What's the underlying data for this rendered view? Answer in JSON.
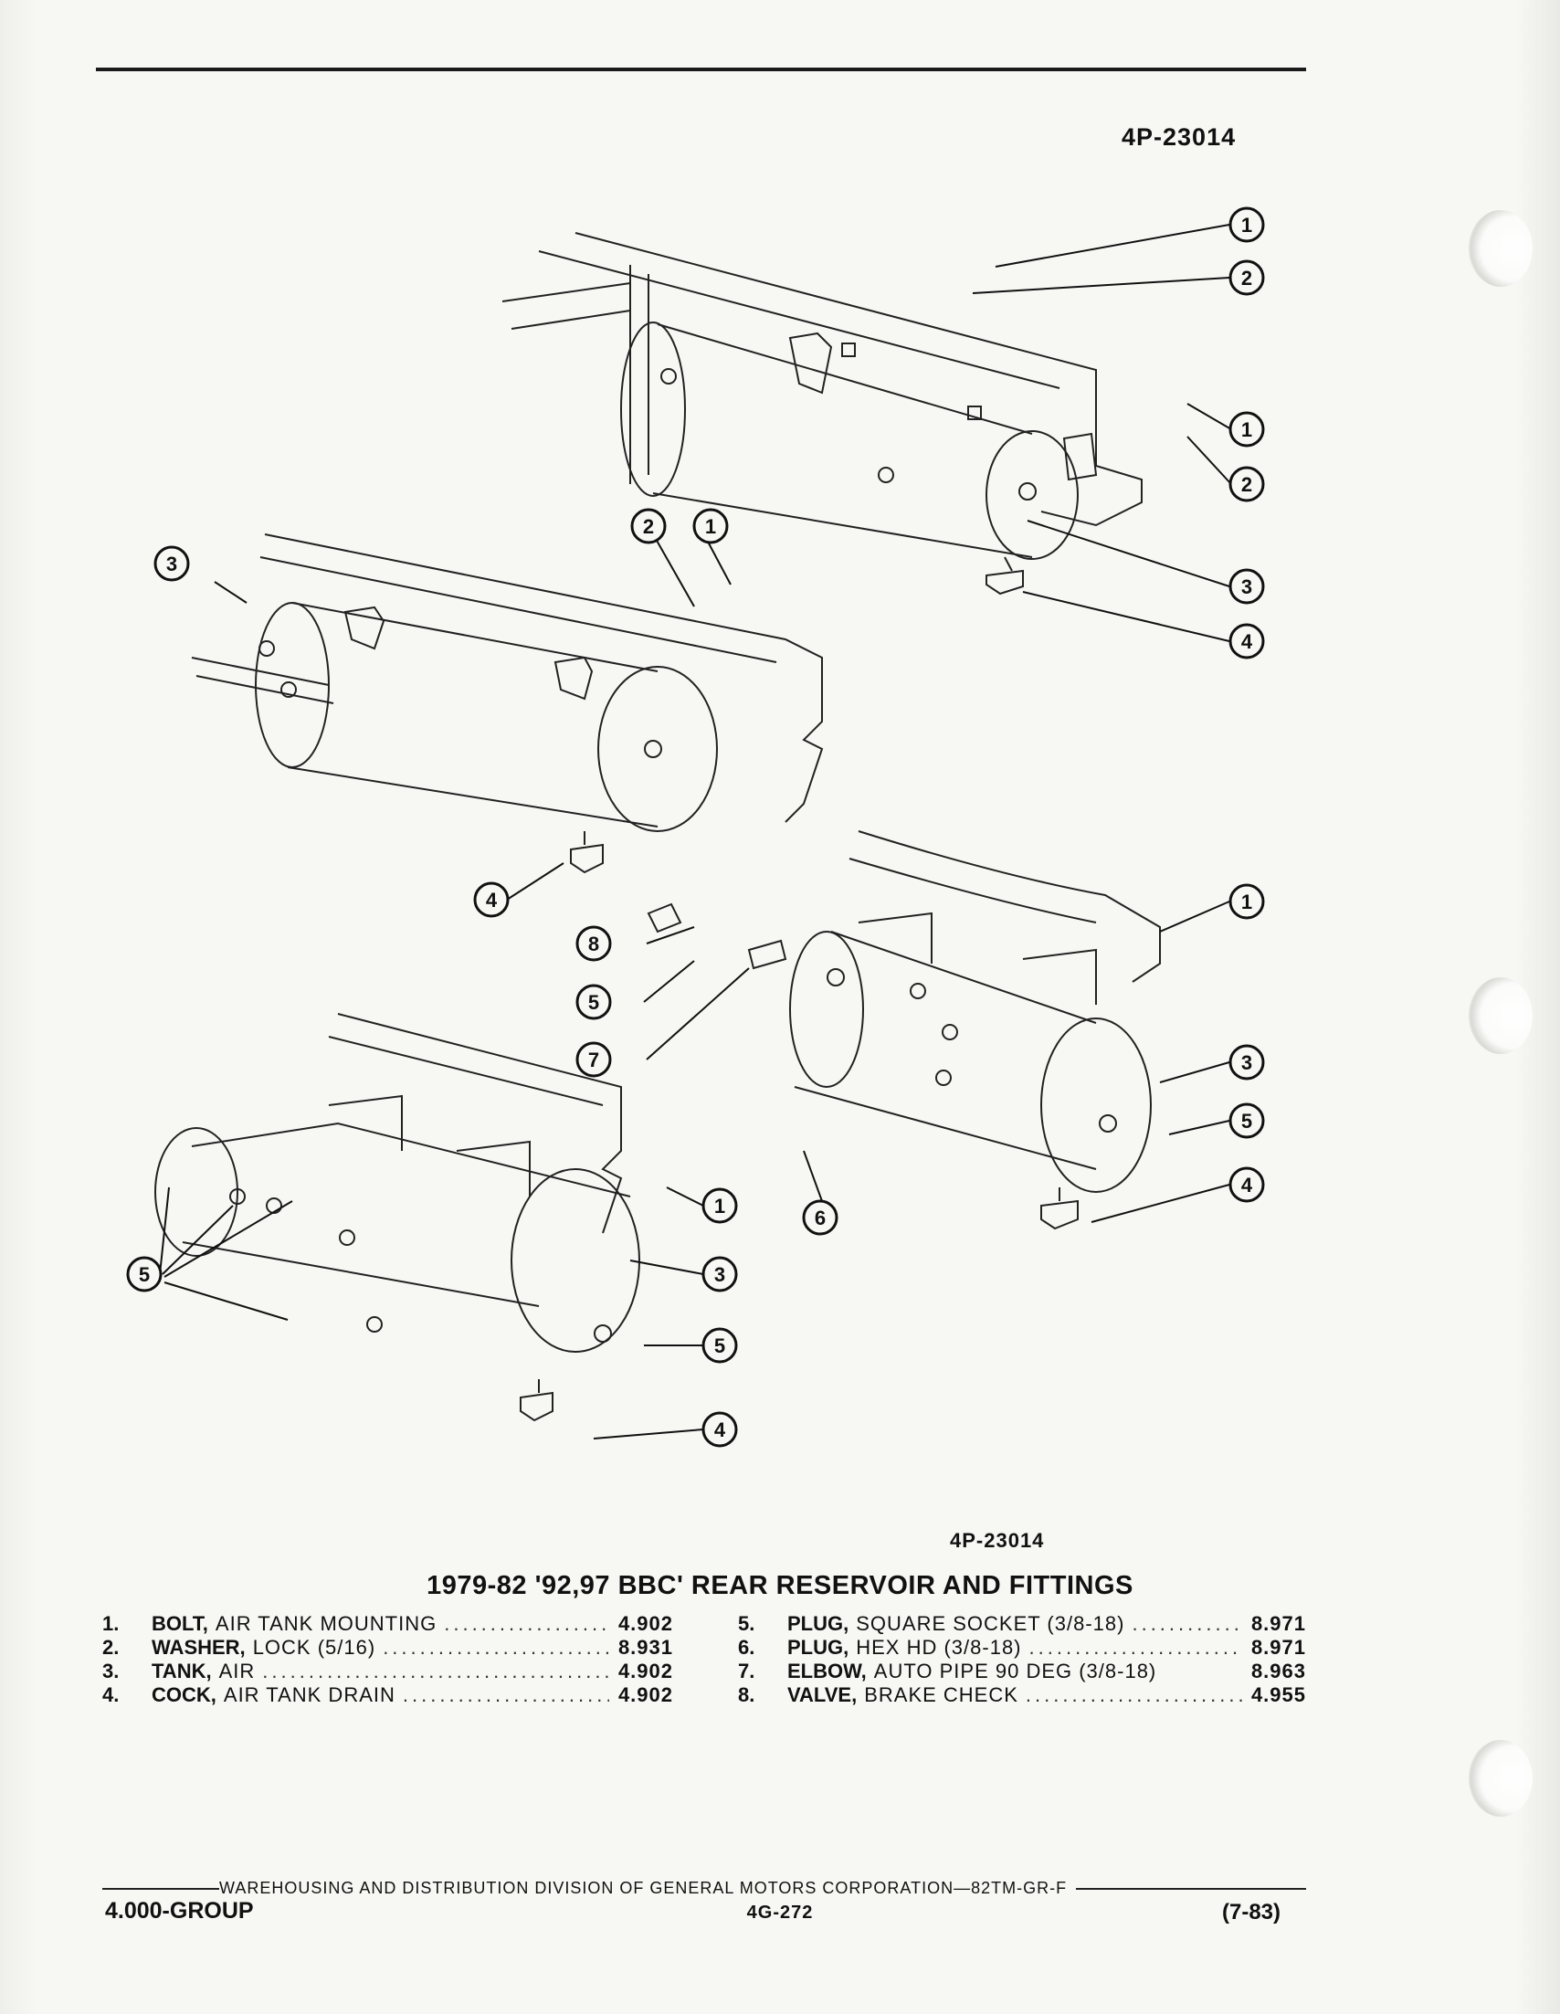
{
  "figure_id_top": "4P-23014",
  "figure_id_bottom": "4P-23014",
  "caption": "1979-82 '92,97 BBC' REAR RESERVOIR AND FITTINGS",
  "parts_left": [
    {
      "num": "1.",
      "name": "BOLT,",
      "desc": "AIR TANK MOUNTING",
      "group": "4.902"
    },
    {
      "num": "2.",
      "name": "WASHER,",
      "desc": "LOCK (5/16)",
      "group": "8.931"
    },
    {
      "num": "3.",
      "name": "TANK,",
      "desc": "AIR",
      "group": "4.902"
    },
    {
      "num": "4.",
      "name": "COCK,",
      "desc": "AIR TANK DRAIN",
      "group": "4.902"
    }
  ],
  "parts_right": [
    {
      "num": "5.",
      "name": "PLUG,",
      "desc": "SQUARE SOCKET (3/8-18)",
      "group": "8.971"
    },
    {
      "num": "6.",
      "name": "PLUG,",
      "desc": "HEX HD (3/8-18)",
      "group": "8.971"
    },
    {
      "num": "7.",
      "name": "ELBOW,",
      "desc": "AUTO PIPE 90 DEG (3/8-18)",
      "group": "8.963"
    },
    {
      "num": "8.",
      "name": "VALVE,",
      "desc": "BRAKE CHECK",
      "group": "4.955"
    }
  ],
  "callouts": [
    "1",
    "2",
    "1",
    "2",
    "3",
    "4",
    "2",
    "1",
    "3",
    "4",
    "1",
    "8",
    "5",
    "7",
    "3",
    "5",
    "6",
    "4",
    "1",
    "3",
    "5",
    "5",
    "4"
  ],
  "footer": {
    "division": "WAREHOUSING AND DISTRIBUTION  DIVISION OF GENERAL MOTORS CORPORATION—82TM-GR-F",
    "group": "4.000-GROUP",
    "page": "4G-272",
    "date": "(7-83)"
  }
}
